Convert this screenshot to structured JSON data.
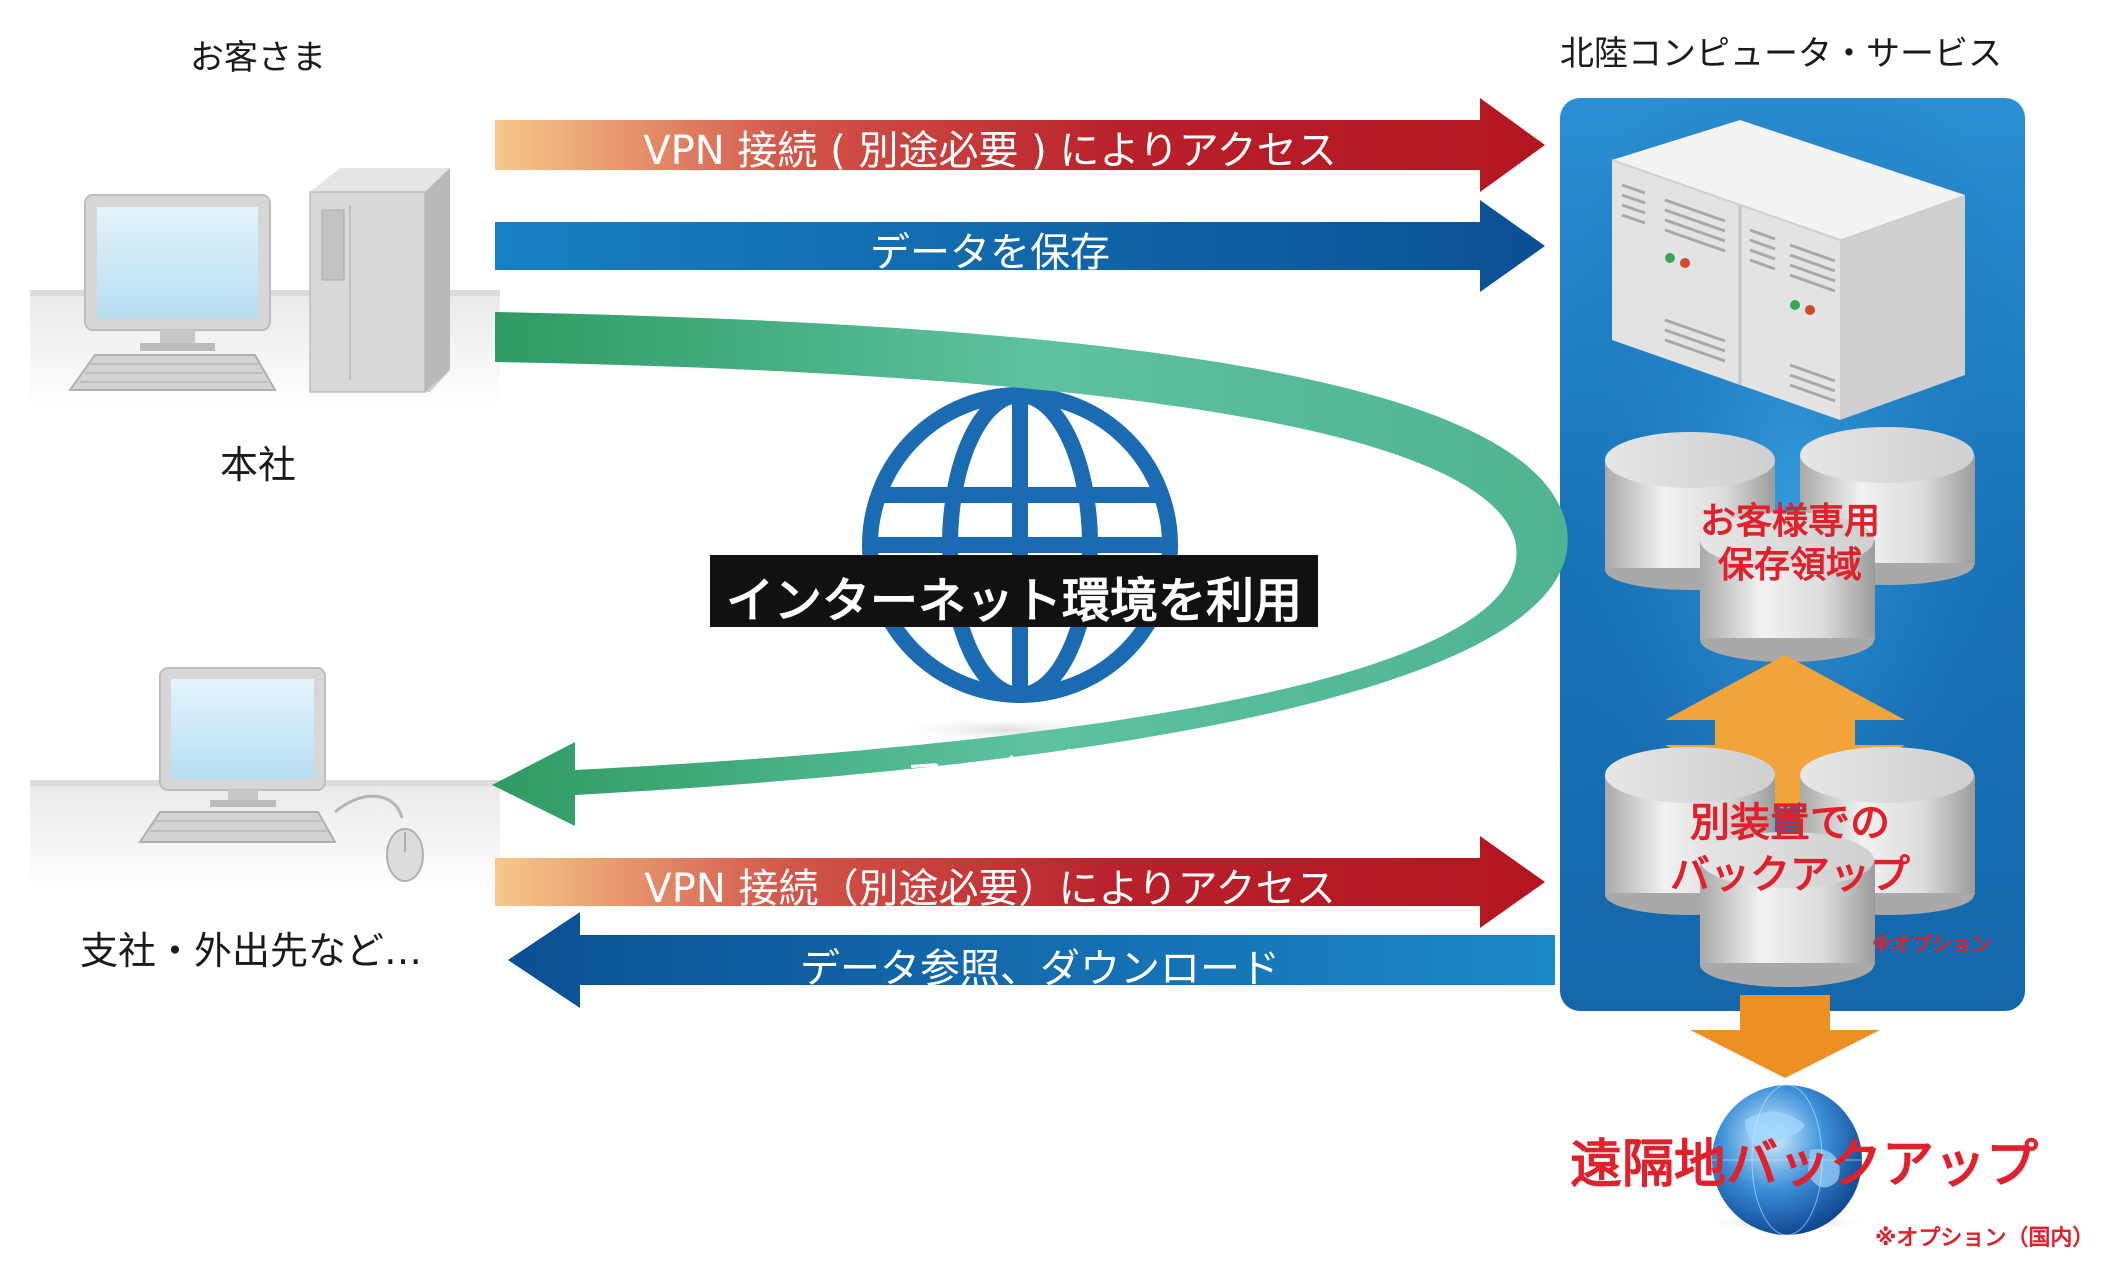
{
  "labels": {
    "customer": "お客さま",
    "provider": "北陸コンピュータ・サービス",
    "head_office": "本社",
    "branch": "支社・外出先など…"
  },
  "arrows": {
    "vpn_top": "VPN 接続 ( 別途必要 ) によりアクセス",
    "save_data": "データを保存",
    "file_share": "ファイル共有",
    "vpn_bottom": "VPN 接続（別途必要）によりアクセス",
    "download": "データ参照、ダウンロード"
  },
  "internet_banner": "インターネット環境を利用",
  "storage": {
    "dedicated_line1": "お客様専用",
    "dedicated_line2": "保存領域",
    "backup_line1": "別装置での",
    "backup_line2": "バックアップ",
    "option_note": "※オプション"
  },
  "remote_backup": {
    "title": "遠隔地バックアップ",
    "note": "※オプション（国内）"
  },
  "colors": {
    "vpn_red": "#b71c25",
    "save_blue": "#0e5fa0",
    "share_green": "#52b896",
    "panel_blue": "#1f7cc0",
    "accent_red": "#e0202b",
    "orange": "#f0a035"
  }
}
